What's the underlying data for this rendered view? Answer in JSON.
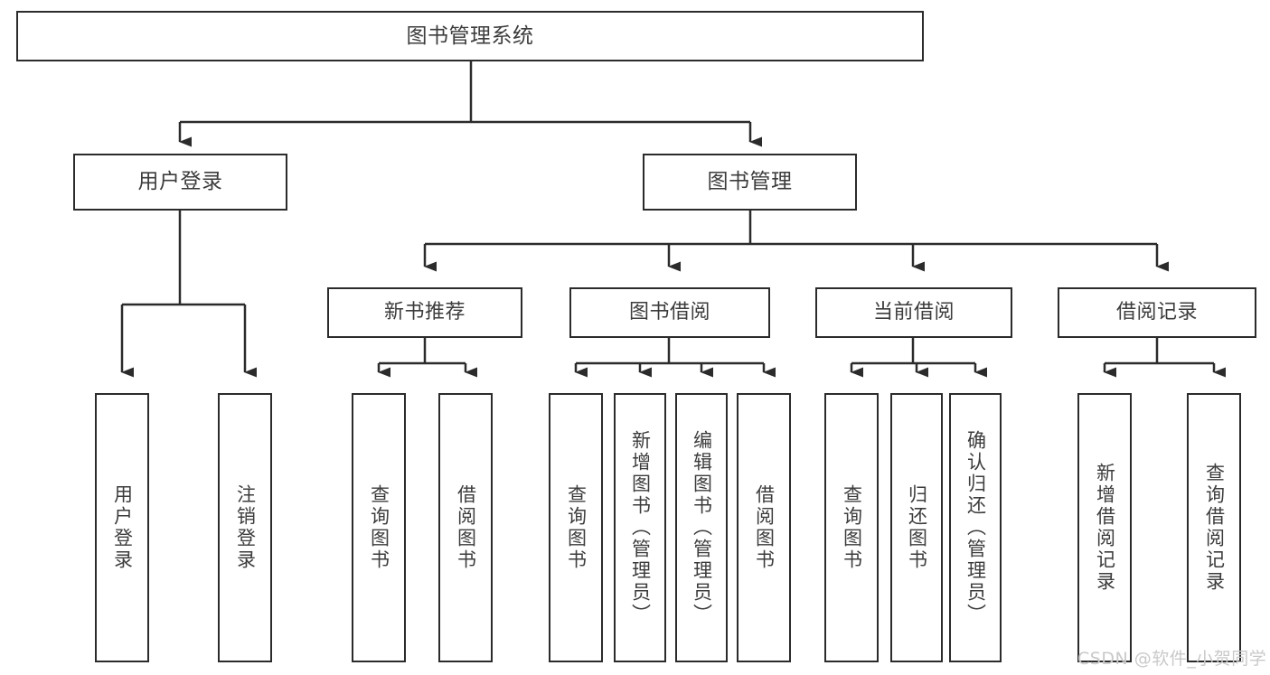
{
  "diagram": {
    "title": "图书管理系统",
    "watermark": "CSDN @软件_小贺同学",
    "stroke_color": "#2b2b2b",
    "text_color": "#3c3c3c",
    "background_color": "#ffffff",
    "nodes": {
      "root": {
        "label": "图书管理系统"
      },
      "l2": [
        {
          "id": "user-login",
          "label": "用户登录"
        },
        {
          "id": "book-manage",
          "label": "图书管理"
        }
      ],
      "l3": [
        {
          "id": "new-book-recommend",
          "label": "新书推荐"
        },
        {
          "id": "book-borrow",
          "label": "图书借阅"
        },
        {
          "id": "current-borrow",
          "label": "当前借阅"
        },
        {
          "id": "borrow-record",
          "label": "借阅记录"
        }
      ],
      "leaves": [
        {
          "id": "leaf-user-login",
          "label": "用户登录",
          "parent": "user-login"
        },
        {
          "id": "leaf-logout",
          "label": "注销登录",
          "parent": "user-login"
        },
        {
          "id": "leaf-query-book-1",
          "label": "查询图书",
          "parent": "new-book-recommend"
        },
        {
          "id": "leaf-borrow-book-1",
          "label": "借阅图书",
          "parent": "new-book-recommend"
        },
        {
          "id": "leaf-query-book-2",
          "label": "查询图书",
          "parent": "book-borrow"
        },
        {
          "id": "leaf-add-book",
          "label": "新增图书（管理员）",
          "parent": "book-borrow"
        },
        {
          "id": "leaf-edit-book",
          "label": "编辑图书（管理员）",
          "parent": "book-borrow"
        },
        {
          "id": "leaf-borrow-book-2",
          "label": "借阅图书",
          "parent": "book-borrow"
        },
        {
          "id": "leaf-query-book-3",
          "label": "查询图书",
          "parent": "current-borrow"
        },
        {
          "id": "leaf-return-book",
          "label": "归还图书",
          "parent": "current-borrow"
        },
        {
          "id": "leaf-confirm-return",
          "label": "确认归还（管理员）",
          "parent": "current-borrow"
        },
        {
          "id": "leaf-add-record",
          "label": "新增借阅记录",
          "parent": "borrow-record"
        },
        {
          "id": "leaf-query-record",
          "label": "查询借阅记录",
          "parent": "borrow-record"
        }
      ]
    }
  }
}
